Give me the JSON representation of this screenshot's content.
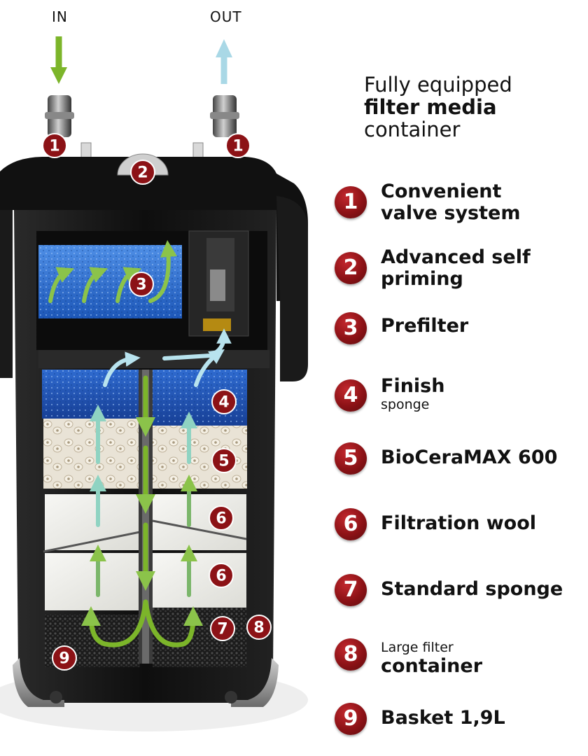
{
  "flow": {
    "in_label": "IN",
    "out_label": "OUT"
  },
  "headline": {
    "line1": "Fully equipped",
    "line2": "filter media",
    "line3": "container"
  },
  "legend": [
    {
      "num": "1",
      "line1": "Convenient",
      "line2": "valve system"
    },
    {
      "num": "2",
      "line1": "Advanced self",
      "line2": "priming"
    },
    {
      "num": "3",
      "line1": "Prefilter"
    },
    {
      "num": "4",
      "line1": "Finish",
      "sub": "sponge"
    },
    {
      "num": "5",
      "line1": "BioCeraMAX 600"
    },
    {
      "num": "6",
      "line1": "Filtration wool"
    },
    {
      "num": "7",
      "line1": "Standard sponge"
    },
    {
      "num": "8",
      "pre": "Large filter",
      "line1": "container"
    },
    {
      "num": "9",
      "line1": "Basket 1,9L"
    }
  ],
  "callouts": [
    "1",
    "1",
    "2",
    "3",
    "4",
    "5",
    "6",
    "6",
    "7",
    "8",
    "9"
  ],
  "colors": {
    "badge": "#8c1216",
    "in_arrow": "#7cb52a",
    "out_arrow": "#a9d8e6",
    "prefilter_blue": "#2f6fd1",
    "finish_blue": "#1f56b6",
    "housing": "#151515"
  }
}
